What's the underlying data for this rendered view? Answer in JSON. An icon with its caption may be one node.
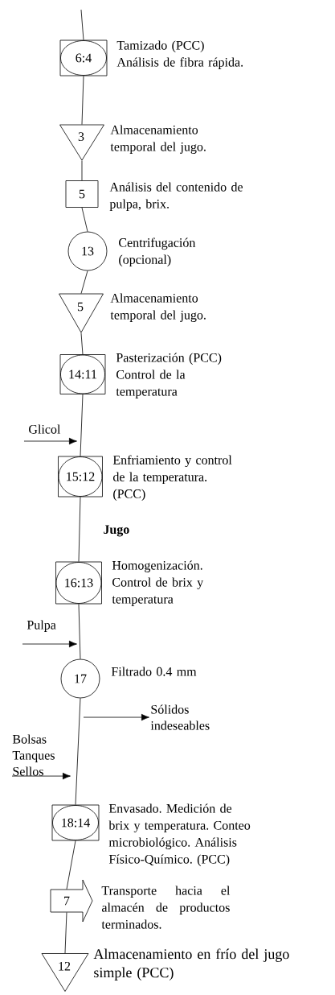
{
  "diagram": {
    "nodes": [
      {
        "text": [
          "6:4"
        ],
        "beside": [
          "Tamizado (PCC) Análisis de fibra rápida."
        ]
      },
      {
        "text": [
          "3"
        ],
        "beside": [
          "Almacenamiento temporal del jugo."
        ]
      },
      {
        "text": [
          "5"
        ],
        "beside": [
          "Análisis del contenido de pulpa, brix."
        ]
      },
      {
        "text": [
          "13"
        ],
        "beside": [
          "Centrifugación (opcional)"
        ]
      },
      {
        "text": [
          "5"
        ],
        "beside": [
          "Almacenamiento temporal del jugo."
        ]
      },
      {
        "text": [
          "14:11"
        ],
        "beside": [
          "Pasterización (PCC) Control de la temperatura"
        ]
      },
      {
        "text": [
          "Glicol"
        ]
      },
      {
        "text": [
          "15:12"
        ],
        "beside": [
          "Enfriamiento y control de la temperatura. (PCC)"
        ]
      },
      {
        "text": [
          "16:13"
        ],
        "beside": [
          "Homogenización. Control de brix y temperatura"
        ]
      },
      {
        "text": [
          "Pulpa"
        ]
      },
      {
        "text": [
          "17"
        ],
        "beside": [
          "Filtrado 0.4 mm"
        ]
      },
      {
        "text": [
          "Sólidos indeseables"
        ]
      },
      {
        "text": [
          "Bolsas Tanques Sellos"
        ]
      },
      {
        "text": [
          "18:14"
        ],
        "beside": [
          "Envasado. Medición de brix y temperatura. Conteo microbiológico. Análisis Físico-Químico. (PCC)"
        ]
      },
      {
        "text": [
          "7"
        ],
        "beside": [
          "Transporte hacia el almacén de productos terminados."
        ]
      },
      {
        "text": [
          "12"
        ],
        "beside": [
          "Almacenamiento en frío del jugo simple (PCC)"
        ]
      }
    ],
    "edges": [
      {
        "from": null,
        "to": 0,
        "arrow": "none"
      },
      {
        "from": 0,
        "to": 1,
        "arrow": "none"
      },
      {
        "from": 1,
        "to": 2,
        "arrow": "none"
      },
      {
        "from": 2,
        "to": 3,
        "arrow": "none"
      },
      {
        "from": 3,
        "to": 4,
        "arrow": "none"
      },
      {
        "from": 4,
        "to": 5,
        "arrow": "none"
      },
      {
        "from": 5,
        "to": 7,
        "arrow": "none"
      },
      {
        "from": 6,
        "to": null,
        "arrow": "to"
      },
      {
        "from": 7,
        "to": 8,
        "arrow": "none"
      },
      {
        "from": 8,
        "to": 10,
        "arrow": "none"
      },
      {
        "from": 9,
        "to": null,
        "arrow": "to"
      },
      {
        "from": null,
        "to": 11,
        "arrow": "to"
      },
      {
        "from": 10,
        "to": 13,
        "arrow": "none"
      },
      {
        "from": 12,
        "to": null,
        "arrow": "to"
      },
      {
        "from": 13,
        "to": 14,
        "arrow": "none"
      },
      {
        "from": 14,
        "to": 15,
        "arrow": "none"
      }
    ],
    "labels": [
      "Jugo"
    ]
  }
}
